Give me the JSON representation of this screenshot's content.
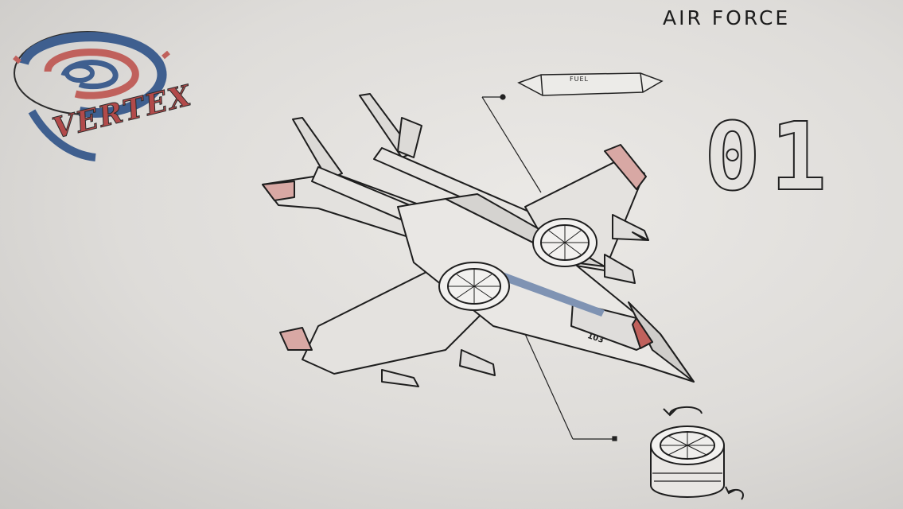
{
  "title": "AIR FORCE",
  "unit_number": "01",
  "logo_text": "VERTEX",
  "fuel_label": "FUEL",
  "aircraft_id": "103",
  "colors": {
    "paper": "#e8e6e3",
    "pencil": "#222222",
    "red_accent": "#c0615c",
    "blue_accent": "#3f5f8f"
  },
  "icons": [
    "vortex-logo-icon",
    "fuel-tank-icon",
    "jet-aircraft-icon",
    "lift-fan-icon",
    "rotation-arrow-icon"
  ]
}
